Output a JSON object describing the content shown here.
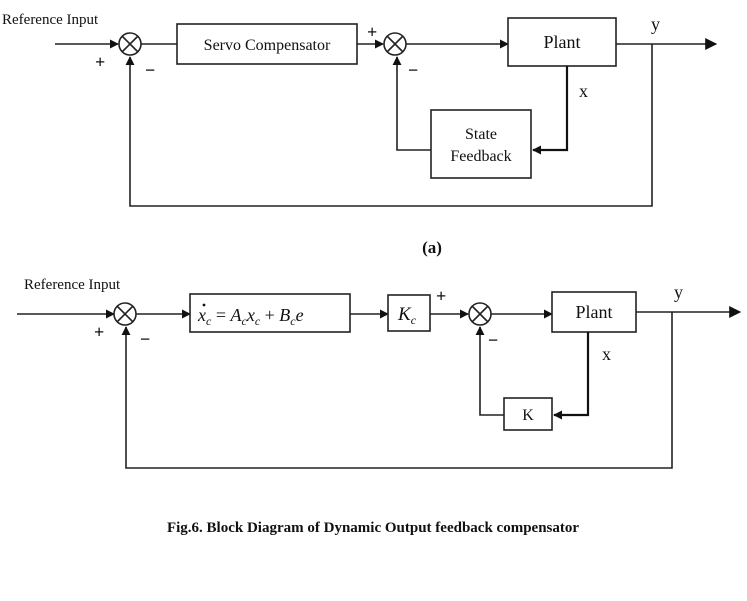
{
  "diagram_a": {
    "input_label": "Reference Input",
    "sum1_signs": {
      "plus": "+",
      "minus": "−"
    },
    "servo_label": "Servo Compensator",
    "sum2_signs": {
      "plus": "+",
      "minus": "−"
    },
    "plant_label": "Plant",
    "output_label": "y",
    "state_label": "x",
    "state_feedback_line1": "State",
    "state_feedback_line2": "Feedback",
    "sublabel": "(a)"
  },
  "diagram_b": {
    "input_label": "Reference Input",
    "sum1_signs": {
      "plus": "+",
      "minus": "−"
    },
    "comp_eq": {
      "xdot": "x",
      "xdot_sub": "c",
      "eq": " = ",
      "A": "A",
      "A_sub": "c",
      "x": "x",
      "x_sub": "c",
      "plus": " + ",
      "B": "B",
      "B_sub": "c",
      "e": "e"
    },
    "kc_label": "K",
    "kc_sub": "c",
    "sum2_signs": {
      "plus": "+",
      "minus": "−"
    },
    "plant_label": "Plant",
    "output_label": "y",
    "state_label": "x",
    "k_label": "K"
  },
  "caption": "Fig.6. Block Diagram of Dynamic Output feedback compensator"
}
